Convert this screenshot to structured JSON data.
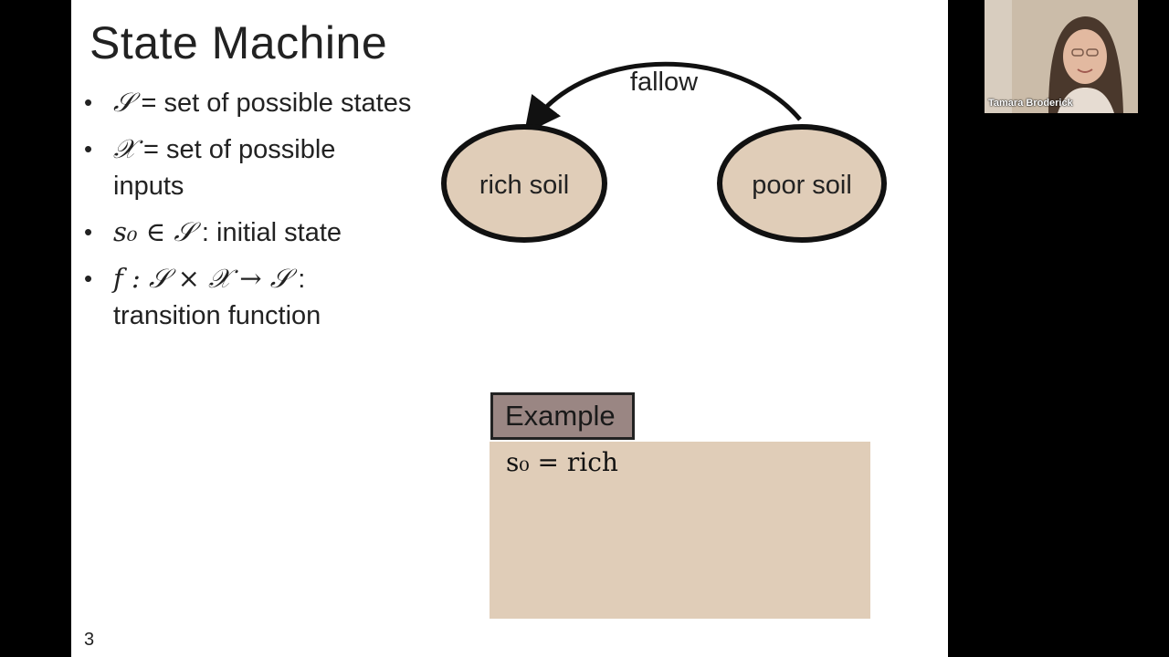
{
  "slide": {
    "title": "State Machine",
    "bullets": [
      {
        "math": "𝒮",
        "text": " = set of possible states"
      },
      {
        "math": "𝒳",
        "text": " = set of possible inputs"
      },
      {
        "math": "s₀ ∈ 𝒮",
        "text": " : initial state"
      },
      {
        "math": "f : 𝒮 × 𝒳 → 𝒮",
        "text": " : transition function"
      }
    ],
    "diagram": {
      "states": [
        "rich soil",
        "poor soil"
      ],
      "transition_label": "fallow"
    },
    "example": {
      "tab_label": "Example",
      "equation": "s₀ = rich"
    },
    "page_number": "3"
  },
  "video": {
    "participant_name": "Tamara Broderick"
  },
  "colors": {
    "state_fill": "#e0cdb8",
    "example_tab": "#9a8683",
    "example_box": "#e0cdb8"
  }
}
